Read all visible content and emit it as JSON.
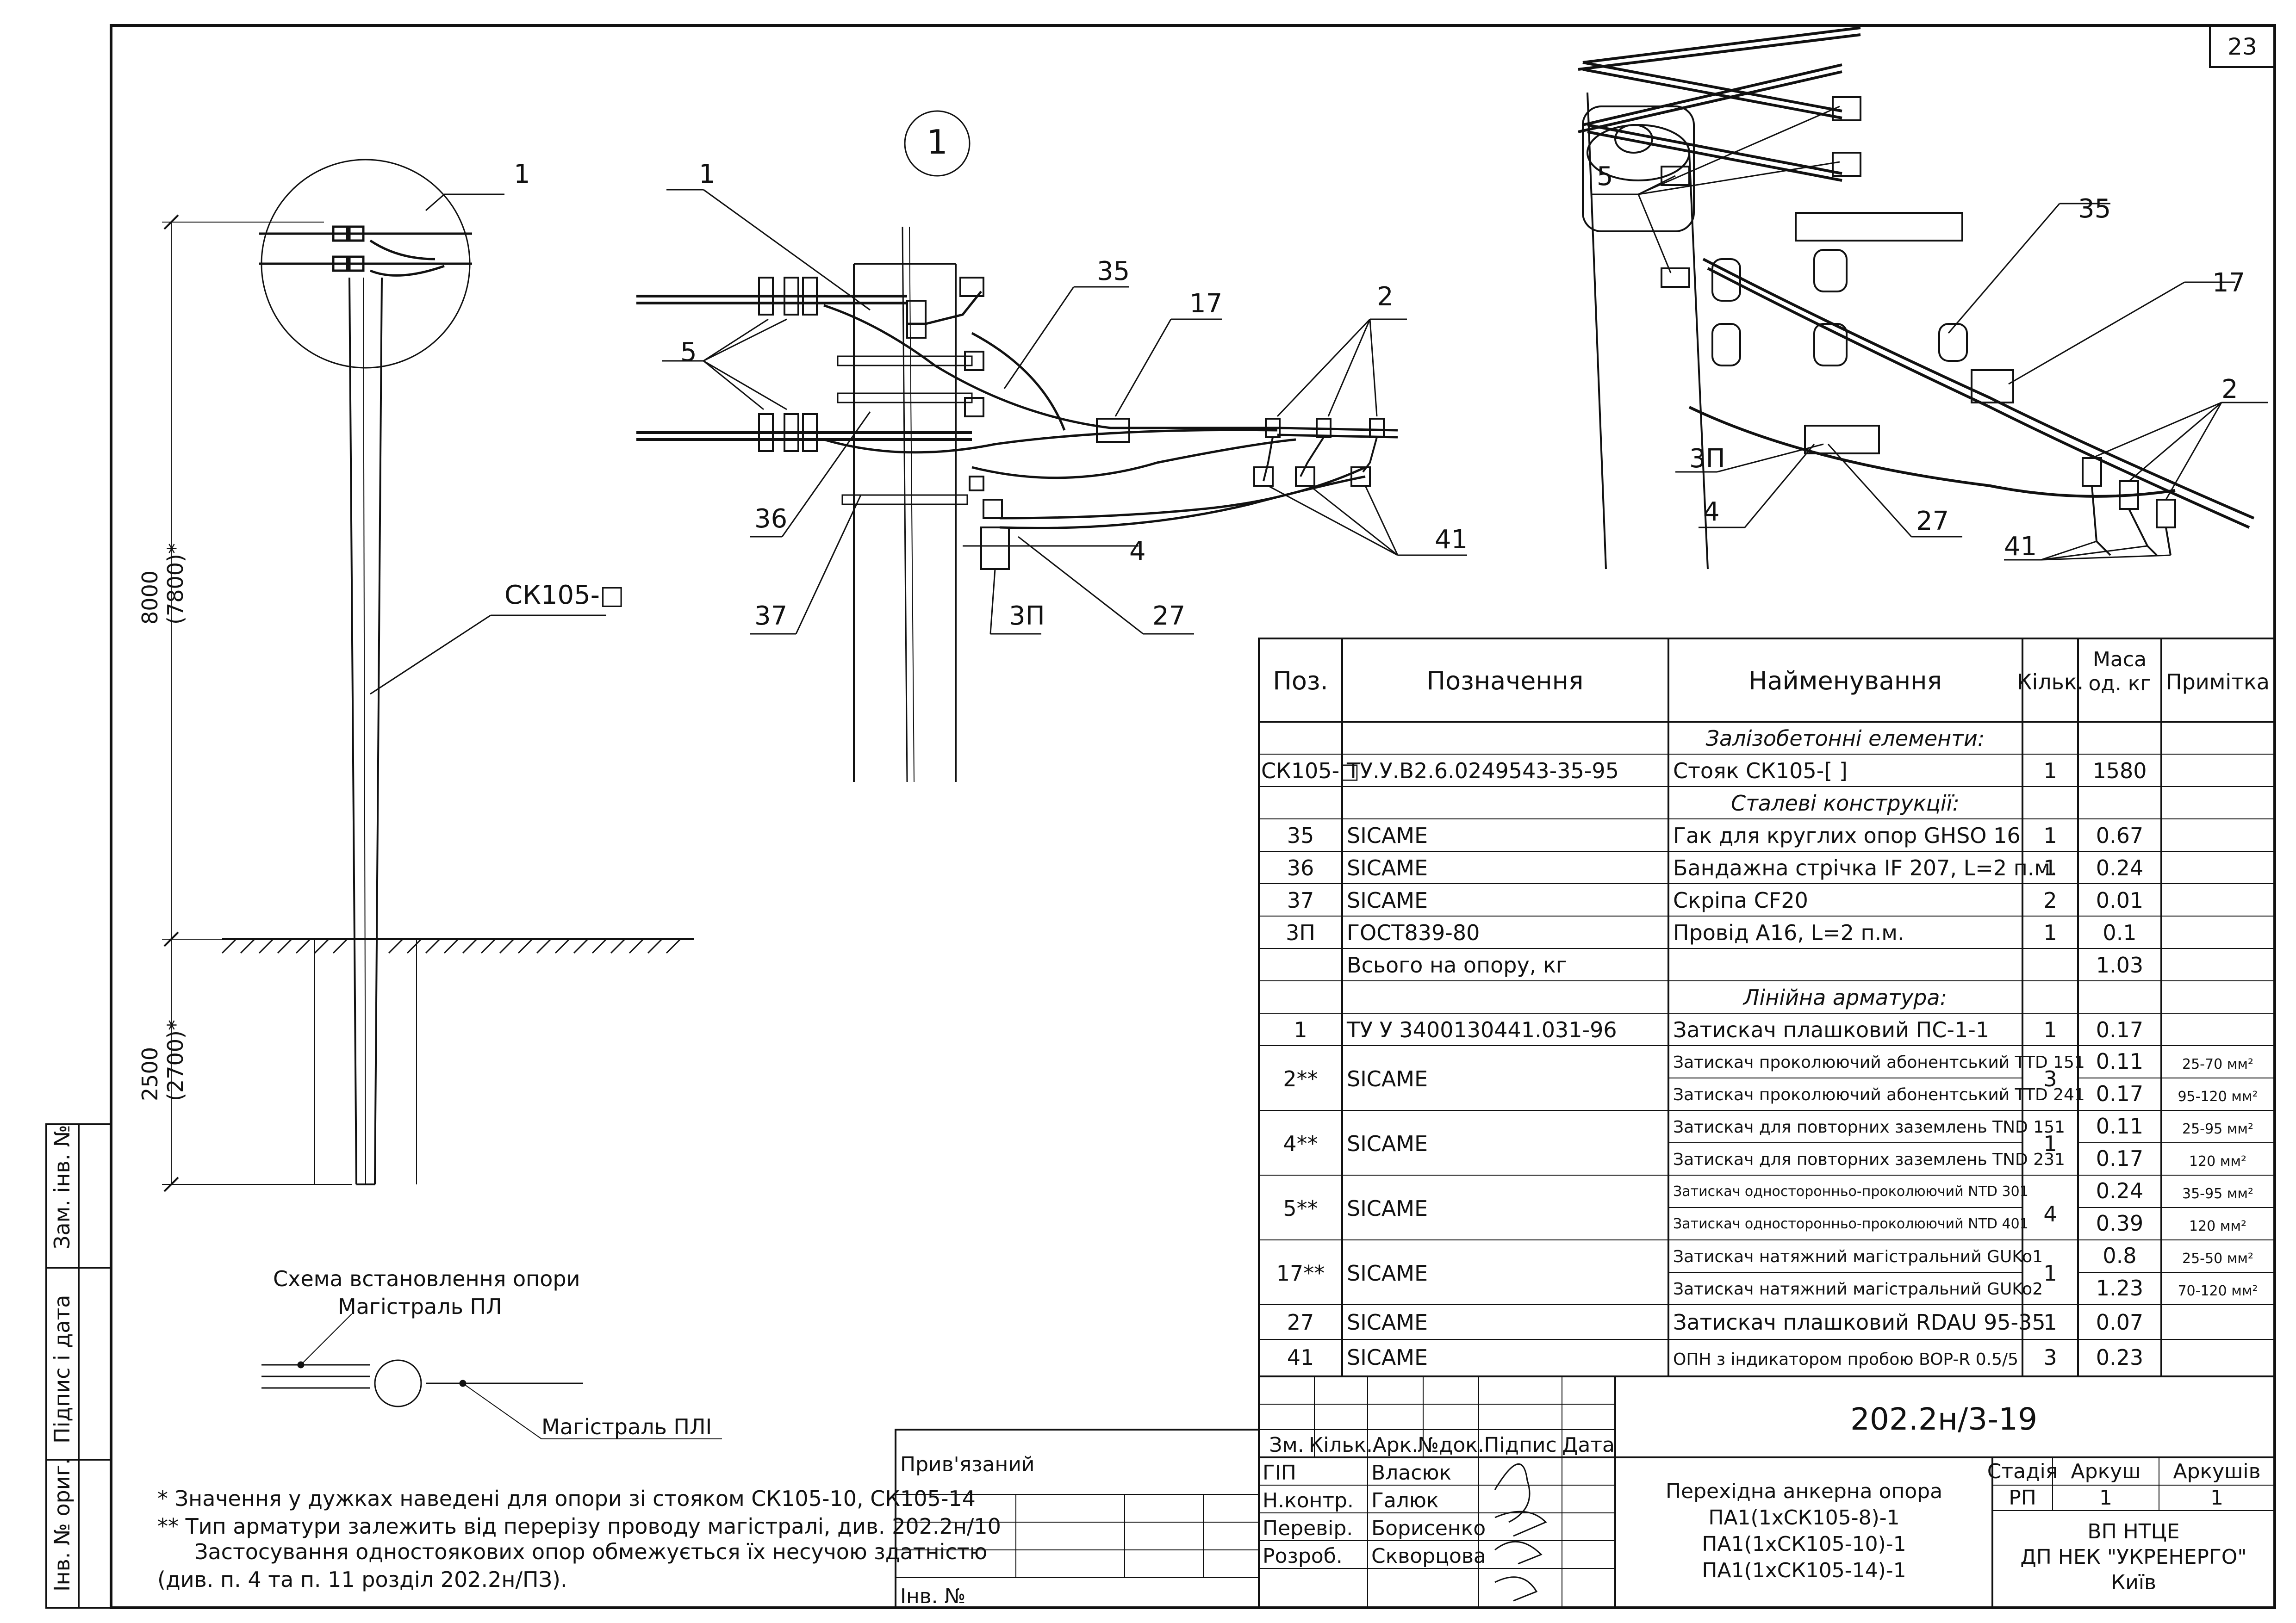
{
  "sheet_number": "23",
  "detail_marker": "1",
  "pole_view": {
    "callout": "1",
    "pole_label": "СК105-□",
    "height_above": "8000",
    "height_above_alt": "(7800)*",
    "depth_below": "2500",
    "depth_below_alt": "(2700)*"
  },
  "scheme": {
    "title_line1": "Схема встановлення опори",
    "title_line2": "Магістраль ПЛ",
    "label_right": "Магістраль ПЛІ"
  },
  "callouts": [
    "1",
    "5",
    "35",
    "17",
    "2",
    "36",
    "4",
    "41",
    "37",
    "3П",
    "27"
  ],
  "iso_callouts": [
    "5",
    "35",
    "17",
    "2",
    "3П",
    "4",
    "27",
    "41"
  ],
  "bom": {
    "headers": [
      "Поз.",
      "Позначення",
      "Найменування",
      "Кільк.",
      "Маса од. кг",
      "Примітка"
    ],
    "rows": [
      {
        "section": "Залізобетонні елементи:"
      },
      {
        "pos": "СК105-□",
        "code": "ТУ.У.В2.6.0249543-35-95",
        "name": "Стояк СК105-[    ]",
        "qty": "1",
        "mass": "1580",
        "note": ""
      },
      {
        "section": "Сталеві конструкції:"
      },
      {
        "pos": "35",
        "code": "SICAME",
        "name": "Гак для круглих опор GHSO 16",
        "qty": "1",
        "mass": "0.67",
        "note": ""
      },
      {
        "pos": "36",
        "code": "SICAME",
        "name": "Бандажна стрічка IF 207, L=2 п.м.",
        "qty": "1",
        "mass": "0.24",
        "note": ""
      },
      {
        "pos": "37",
        "code": "SICAME",
        "name": "Скріпа CF20",
        "qty": "2",
        "mass": "0.01",
        "note": ""
      },
      {
        "pos": "3П",
        "code": "ГОСТ839-80",
        "name": "Провід А16, L=2 п.м.",
        "qty": "1",
        "mass": "0.1",
        "note": ""
      },
      {
        "pos": "",
        "code": "Всього на опору, кг",
        "name": "",
        "qty": "",
        "mass": "1.03",
        "note": ""
      },
      {
        "section": "Лінійна арматура:"
      },
      {
        "pos": "1",
        "code": "ТУ У 3400130441.031-96",
        "name": "Затискач плашковий ПС-1-1",
        "qty": "1",
        "mass": "0.17",
        "note": ""
      }
    ],
    "groups": [
      {
        "pos": "2**",
        "code": "SICAME",
        "qty": "3",
        "items": [
          {
            "name": "Затискач проколюючий абонентський TTD 151",
            "mass": "0.11",
            "note": "25-70 мм²"
          },
          {
            "name": "Затискач проколюючий абонентський TTD 241",
            "mass": "0.17",
            "note": "95-120 мм²"
          }
        ]
      },
      {
        "pos": "4**",
        "code": "SICAME",
        "qty": "1",
        "items": [
          {
            "name": "Затискач для повторних заземлень TND 151",
            "mass": "0.11",
            "note": "25-95 мм²"
          },
          {
            "name": "Затискач для повторних заземлень TND 231",
            "mass": "0.17",
            "note": "120 мм²"
          }
        ]
      },
      {
        "pos": "5**",
        "code": "SICAME",
        "qty": "4",
        "items": [
          {
            "name": "Затискач односторонньо-проколюючий NTD 301",
            "mass": "0.24",
            "note": "35-95 мм²"
          },
          {
            "name": "Затискач односторонньо-проколюючий NTD 401",
            "mass": "0.39",
            "note": "120 мм²"
          }
        ]
      },
      {
        "pos": "17**",
        "code": "SICAME",
        "qty": "1",
        "items": [
          {
            "name": "Затискач натяжний магістральний GUKo1",
            "mass": "0.8",
            "note": "25-50 мм²"
          },
          {
            "name": "Затискач натяжний магістральний GUKo2",
            "mass": "1.23",
            "note": "70-120 мм²"
          }
        ]
      }
    ],
    "tail_rows": [
      {
        "pos": "27",
        "code": "SICAME",
        "name": "Затискач плашковий RDAU 95-35",
        "qty": "1",
        "mass": "0.07",
        "note": ""
      },
      {
        "pos": "41",
        "code": "SICAME",
        "name": "ОПН з індикатором пробою BOP-R 0.5/5",
        "qty": "3",
        "mass": "0.23",
        "note": ""
      }
    ]
  },
  "notes": [
    "* Значення у дужках наведені для опори зі стояком СК105-10, СК105-14",
    "** Тип арматури залежить від перерізу проводу магістралі, див. 202.2н/10",
    "Застосування одностоякових опор обмежується їх несучою здатністю",
    "(див. п. 4 та п. 11 розділ 202.2н/ПЗ)."
  ],
  "side_stamps": [
    "Зам. інв. №",
    "Підпис і дата",
    "Інв. № ориг."
  ],
  "title_block": {
    "attached": "Прив'язаний",
    "inv": "Інв. №",
    "col_heads": [
      "Зм.",
      "Кільк.",
      "Арк.",
      "№док.",
      "Підпис",
      "Дата"
    ],
    "roles": [
      "ГІП",
      "Н.контр.",
      "Перевір.",
      "Розроб."
    ],
    "names": [
      "Власюк",
      "Галюк",
      "Борисенко",
      "Скворцова"
    ],
    "doc_code": "202.2н/3-19",
    "title_lines": [
      "Перехідна анкерна опора",
      "ПА1(1хСК105-8)-1",
      "ПА1(1хСК105-10)-1",
      "ПА1(1хСК105-14)-1"
    ],
    "stage_head": "Стадія",
    "sheet_head": "Аркуш",
    "sheets_head": "Аркушів",
    "stage": "РП",
    "sheet": "1",
    "sheets": "1",
    "org_lines": [
      "ВП НТЦЕ",
      "ДП НЕК \"УКРЕНЕРГО\"",
      "Київ"
    ]
  }
}
